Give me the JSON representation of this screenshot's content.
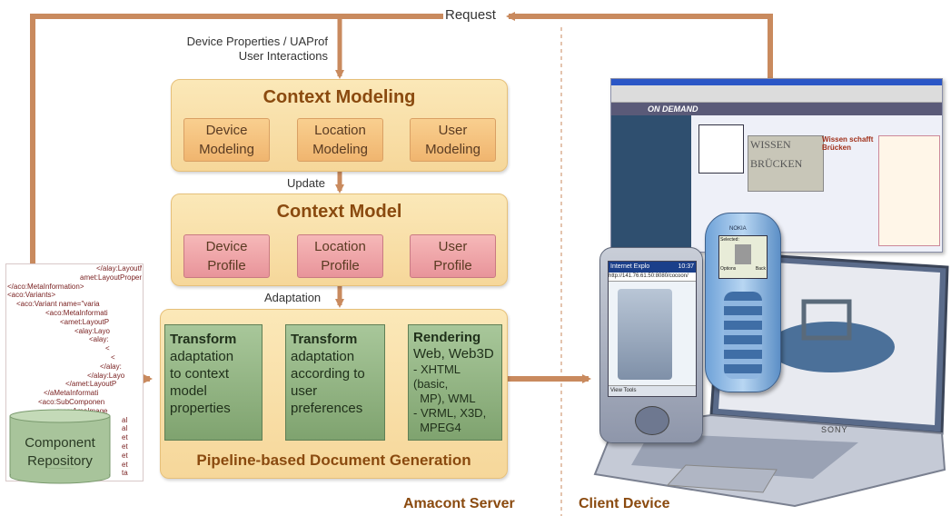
{
  "labels": {
    "request": "Request",
    "device_props_line1": "Device Properties / UAProf",
    "device_props_line2": "User Interactions",
    "update": "Update",
    "adaptation": "Adaptation",
    "amacont_server": "Amacont Server",
    "client_device": "Client Device"
  },
  "context_modeling": {
    "title": "Context  Modeling",
    "boxes": [
      {
        "line1": "Device",
        "line2": "Modeling"
      },
      {
        "line1": "Location",
        "line2": "Modeling"
      },
      {
        "line1": "User",
        "line2": "Modeling"
      }
    ]
  },
  "context_model": {
    "title": "Context  Model",
    "boxes": [
      {
        "line1": "Device",
        "line2": "Profile"
      },
      {
        "line1": "Location",
        "line2": "Profile"
      },
      {
        "line1": "User",
        "line2": "Profile"
      }
    ]
  },
  "pipeline": {
    "title": "Pipeline-based Document Generation",
    "stage1": {
      "head": "Transform",
      "lines": [
        "adaptation",
        "to context",
        "model",
        "properties"
      ]
    },
    "stage2": {
      "head": "Transform",
      "lines": [
        "adaptation",
        "according to",
        "user",
        "preferences"
      ]
    },
    "stage3": {
      "head": "Rendering",
      "sub": "Web, Web3D",
      "items": [
        "- XHTML (basic,",
        "  MP), WML",
        "- VRML, X3D,",
        "  MPEG4"
      ]
    }
  },
  "repository": {
    "line1": "Component",
    "line2": "Repository"
  },
  "code_snippet": [
    "</alay:LayoutManag",
    "amet:LayoutProperties>",
    "</aco:MetaInformation>",
    "<aco:Variants>",
    "<aco:Variant name=\"varia",
    "<aco:MetaInformati",
    "<amet:LayoutP",
    "<alay:Layo",
    "<alay:",
    "<",
    "<",
    "</alay:",
    "</alay:Layo",
    "</amet:LayoutP",
    "</aMetaInformati",
    "<aco:SubComponen",
    "<aco:AmaImage",
    "al",
    "al",
    "et",
    "et",
    "et",
    "et",
    "ta"
  ],
  "colors": {
    "arrow": "#c98a5e",
    "panel_title": "#8a4a0f",
    "stage_green": "#8fb37f",
    "repository": "#9fbd92"
  },
  "client": {
    "browser_tab": "ON DEMAND",
    "promo_line1": "WISSEN",
    "promo_line2": "BRÜCKEN",
    "promo_title": "Wissen schafft Brücken",
    "pda_app": "Internet Explo",
    "pda_time": "10:37",
    "pda_url": "http://141.76.61.50:8080/cocoon/",
    "pda_menu": "View  Tools",
    "phone_brand": "NOKIA",
    "phone_screen_line1": "Selected:",
    "phone_screen_line2": "Options",
    "phone_screen_line3": "Back",
    "laptop_brand": "SONY"
  }
}
